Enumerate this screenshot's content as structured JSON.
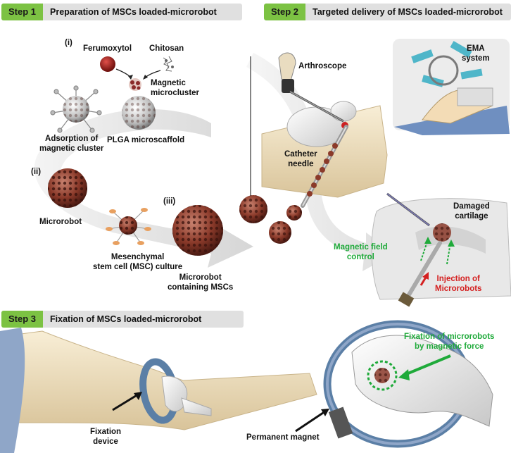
{
  "steps": [
    {
      "badge": "Step 1",
      "title": "Preparation of MSCs loaded-microrobot"
    },
    {
      "badge": "Step 2",
      "title": "Targeted delivery of MSCs loaded-microrobot"
    },
    {
      "badge": "Step 3",
      "title": "Fixation of MSCs loaded-microrobot"
    }
  ],
  "step1": {
    "roman_i": "(i)",
    "roman_ii": "(ii)",
    "roman_iii": "(iii)",
    "ferumoxytol": "Ferumoxytol",
    "chitosan": "Chitosan",
    "magnetic_microcluster": [
      "Magnetic",
      "microcluster"
    ],
    "adsorption": [
      "Adsorption of",
      "magnetic cluster"
    ],
    "plga": "PLGA microscaffold",
    "microrobot": "Microrobot",
    "msc_culture": [
      "Mesenchymal",
      "stem cell (MSC) culture"
    ],
    "microrobot_msc": [
      "Microrobot",
      "containing MSCs"
    ]
  },
  "step2": {
    "arthroscope": "Arthroscope",
    "ema_system": [
      "EMA",
      "system"
    ],
    "catheter_needle": [
      "Catheter",
      "needle"
    ],
    "damaged_cartilage": [
      "Damaged",
      "cartilage"
    ],
    "magnetic_field_control": [
      "Magnetic field",
      "control"
    ],
    "injection": [
      "Injection of",
      "Microrobots"
    ]
  },
  "step3": {
    "fixation_device": [
      "Fixation",
      "device"
    ],
    "permanent_magnet": "Permanent magnet",
    "fixation_force": [
      "Fixation of microrobots",
      "by magnetic force"
    ]
  },
  "colors": {
    "step_badge": "#7cc243",
    "step_bar": "#e0e0e0",
    "microrobot": "#8b3a2a",
    "green_label": "#1faa3a",
    "red_label": "#d42020",
    "magnet_ring": "#5b7fa6",
    "skin": "#f3e6c8"
  }
}
